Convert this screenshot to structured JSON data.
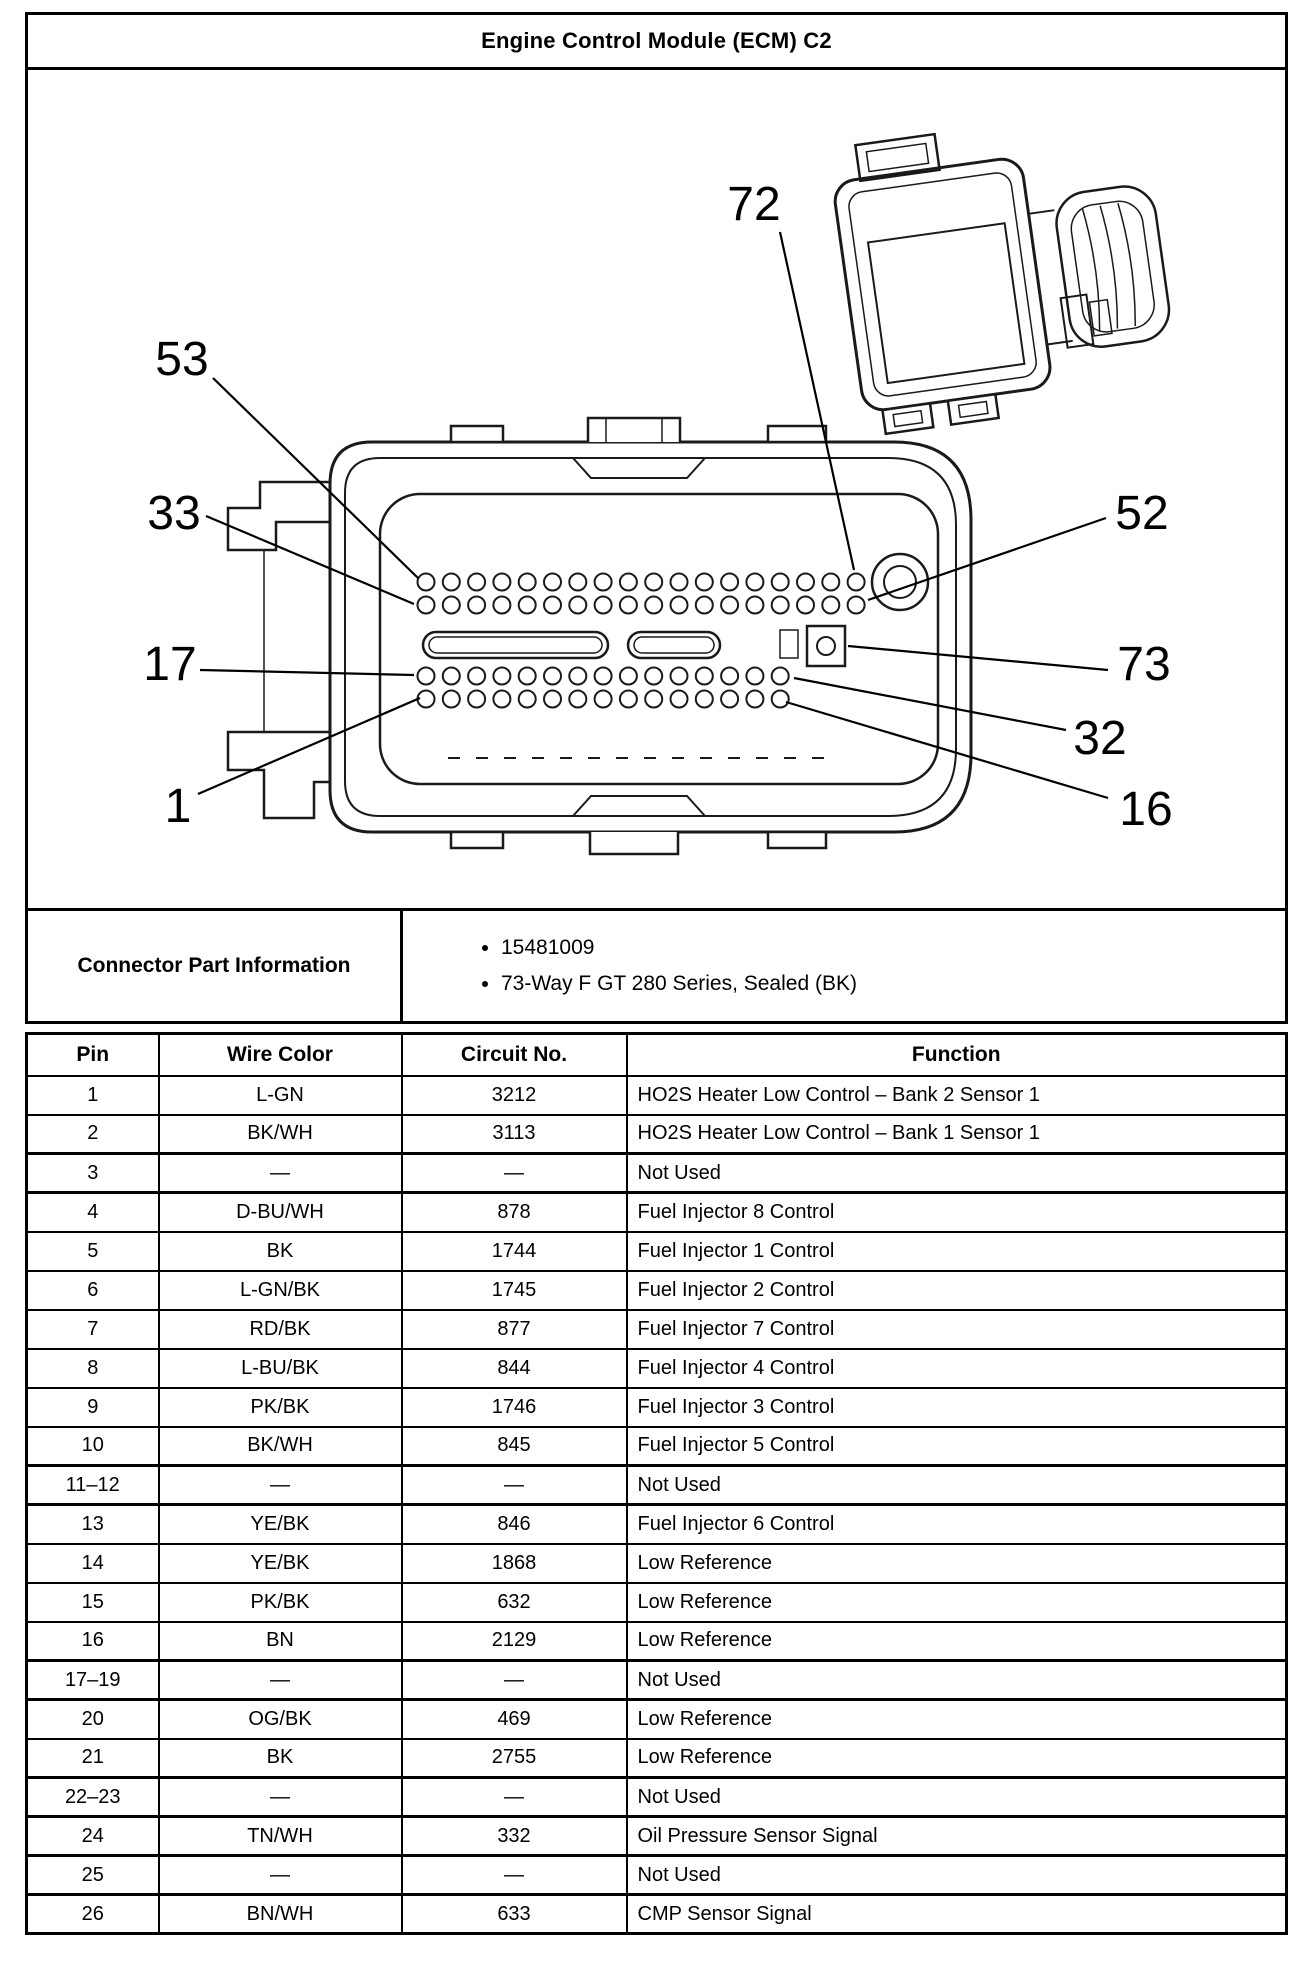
{
  "header": {
    "title": "Engine Control Module (ECM) C2"
  },
  "diagram": {
    "callouts": [
      {
        "label": "72"
      },
      {
        "label": "53"
      },
      {
        "label": "33"
      },
      {
        "label": "52"
      },
      {
        "label": "17"
      },
      {
        "label": "73"
      },
      {
        "label": "32"
      },
      {
        "label": "1"
      },
      {
        "label": "16"
      }
    ]
  },
  "connector_info": {
    "label": "Connector Part Information",
    "items": [
      "15481009",
      "73-Way F GT 280 Series, Sealed (BK)"
    ]
  },
  "pin_table": {
    "headers": [
      "Pin",
      "Wire Color",
      "Circuit No.",
      "Function"
    ],
    "rows": [
      {
        "pin": "1",
        "wire_color": "L-GN",
        "circuit": "3212",
        "function": "HO2S Heater Low Control – Bank 2 Sensor 1"
      },
      {
        "pin": "2",
        "wire_color": "BK/WH",
        "circuit": "3113",
        "function": "HO2S Heater Low Control – Bank 1 Sensor 1"
      },
      {
        "pin": "3",
        "wire_color": "—",
        "circuit": "—",
        "function": "Not Used",
        "not_used": true
      },
      {
        "pin": "4",
        "wire_color": "D-BU/WH",
        "circuit": "878",
        "function": "Fuel Injector 8 Control"
      },
      {
        "pin": "5",
        "wire_color": "BK",
        "circuit": "1744",
        "function": "Fuel Injector 1 Control"
      },
      {
        "pin": "6",
        "wire_color": "L-GN/BK",
        "circuit": "1745",
        "function": "Fuel Injector 2 Control"
      },
      {
        "pin": "7",
        "wire_color": "RD/BK",
        "circuit": "877",
        "function": "Fuel Injector 7 Control"
      },
      {
        "pin": "8",
        "wire_color": "L-BU/BK",
        "circuit": "844",
        "function": "Fuel Injector 4 Control"
      },
      {
        "pin": "9",
        "wire_color": "PK/BK",
        "circuit": "1746",
        "function": "Fuel Injector 3 Control"
      },
      {
        "pin": "10",
        "wire_color": "BK/WH",
        "circuit": "845",
        "function": "Fuel Injector 5 Control"
      },
      {
        "pin": "11–12",
        "wire_color": "—",
        "circuit": "—",
        "function": "Not Used",
        "not_used": true
      },
      {
        "pin": "13",
        "wire_color": "YE/BK",
        "circuit": "846",
        "function": "Fuel Injector 6 Control"
      },
      {
        "pin": "14",
        "wire_color": "YE/BK",
        "circuit": "1868",
        "function": "Low Reference"
      },
      {
        "pin": "15",
        "wire_color": "PK/BK",
        "circuit": "632",
        "function": "Low Reference"
      },
      {
        "pin": "16",
        "wire_color": "BN",
        "circuit": "2129",
        "function": "Low Reference"
      },
      {
        "pin": "17–19",
        "wire_color": "—",
        "circuit": "—",
        "function": "Not Used",
        "not_used": true
      },
      {
        "pin": "20",
        "wire_color": "OG/BK",
        "circuit": "469",
        "function": "Low Reference"
      },
      {
        "pin": "21",
        "wire_color": "BK",
        "circuit": "2755",
        "function": "Low Reference"
      },
      {
        "pin": "22–23",
        "wire_color": "—",
        "circuit": "—",
        "function": "Not Used",
        "not_used": true
      },
      {
        "pin": "24",
        "wire_color": "TN/WH",
        "circuit": "332",
        "function": "Oil Pressure Sensor Signal"
      },
      {
        "pin": "25",
        "wire_color": "—",
        "circuit": "—",
        "function": "Not Used",
        "not_used": true
      },
      {
        "pin": "26",
        "wire_color": "BN/WH",
        "circuit": "633",
        "function": "CMP Sensor Signal"
      }
    ]
  }
}
